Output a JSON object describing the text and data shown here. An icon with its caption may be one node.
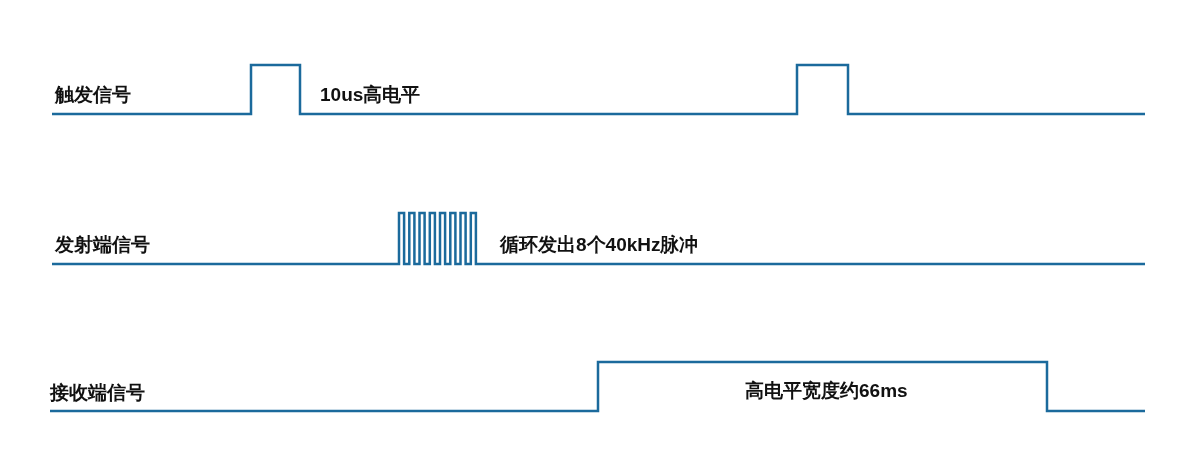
{
  "diagram": {
    "labels": [
      "触发信号",
      "10us高电平",
      "发射端信号",
      "循环发出8个40kHz脉冲",
      "接收端信号",
      "高电平宽度约66ms"
    ]
  }
}
